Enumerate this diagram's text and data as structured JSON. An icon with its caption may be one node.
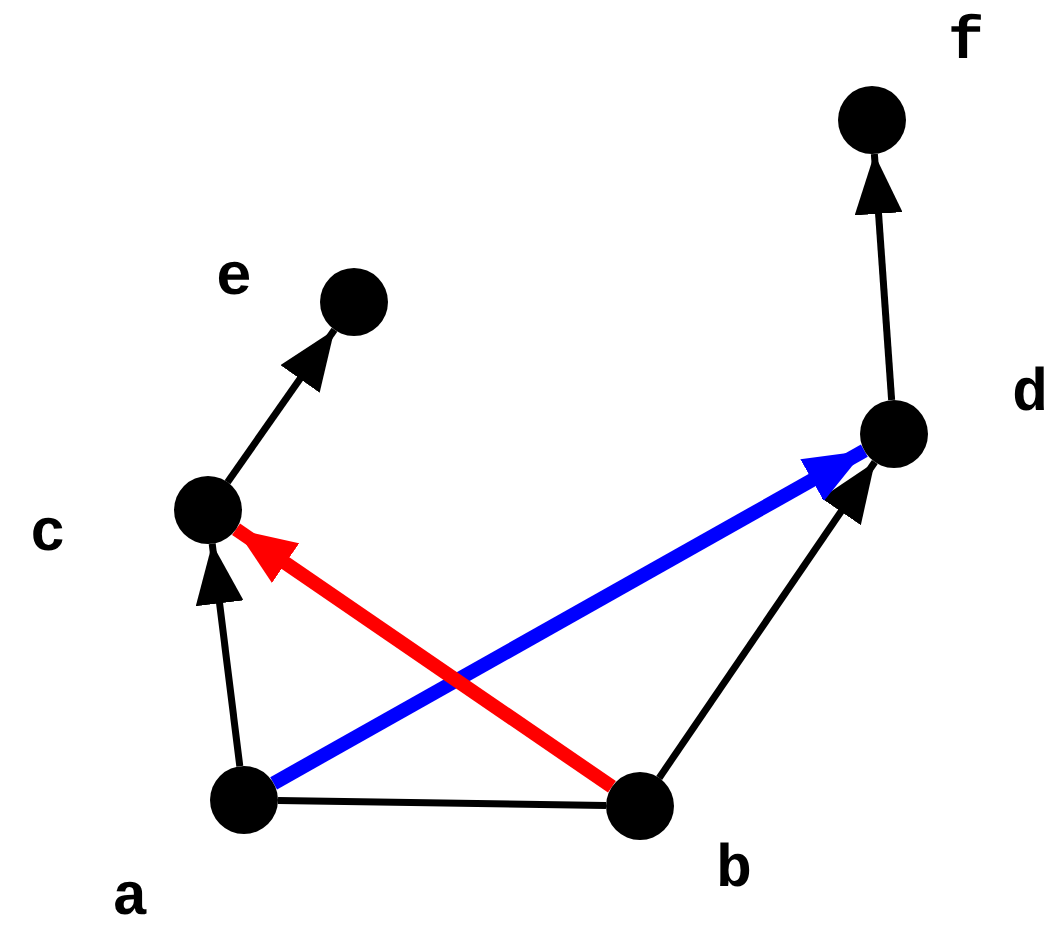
{
  "diagram": {
    "nodes": [
      {
        "text": [],
        "shape": "circle",
        "beside": [
          "a"
        ]
      },
      {
        "text": [],
        "shape": "circle",
        "beside": [
          "b"
        ]
      },
      {
        "text": [],
        "shape": "circle",
        "beside": [
          "c"
        ]
      },
      {
        "text": [],
        "shape": "circle",
        "beside": [
          "d"
        ]
      },
      {
        "text": [],
        "shape": "circle",
        "beside": [
          "e"
        ]
      },
      {
        "text": [],
        "shape": "circle",
        "beside": [
          "f"
        ]
      }
    ],
    "edges": [
      {
        "from": 0,
        "to": 1,
        "arrow": "none"
      },
      {
        "from": 0,
        "to": 2,
        "arrow": "to"
      },
      {
        "from": 2,
        "to": 4,
        "arrow": "to"
      },
      {
        "from": 1,
        "to": 3,
        "arrow": "to"
      },
      {
        "from": 3,
        "to": 5,
        "arrow": "to"
      },
      {
        "from": 0,
        "to": 3,
        "arrow": "to",
        "style": "thick",
        "color": "#0000ff"
      },
      {
        "from": 1,
        "to": 2,
        "arrow": "to",
        "style": "thick",
        "color": "#ff0000"
      }
    ]
  }
}
